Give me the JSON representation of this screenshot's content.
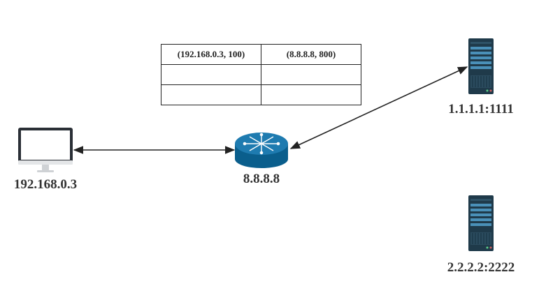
{
  "nat_table": {
    "rows": [
      [
        "(192.168.0.3, 100)",
        "(8.8.8.8, 800)"
      ],
      [
        "",
        ""
      ],
      [
        "",
        ""
      ]
    ]
  },
  "nodes": {
    "client": {
      "label": "192.168.0.3",
      "icon": "monitor-icon"
    },
    "router": {
      "label": "8.8.8.8",
      "icon": "router-icon"
    },
    "server1": {
      "label": "1.1.1.1:1111",
      "icon": "server-icon"
    },
    "server2": {
      "label": "2.2.2.2:2222",
      "icon": "server-icon"
    }
  },
  "colors": {
    "router_body": "#0a5e8c",
    "router_top": "#1e7bb0",
    "server_body": "#1f3a4a",
    "server_slot": "#4a90b8",
    "monitor_frame": "#2a2f36",
    "line": "#222222"
  }
}
